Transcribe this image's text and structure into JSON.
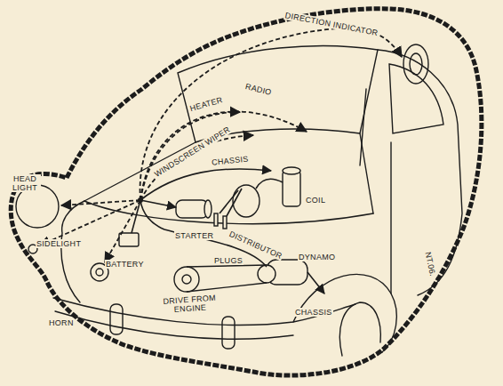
{
  "diagram": {
    "labels": [
      "DIRECTION INDICATOR",
      "RADIO",
      "HEATER",
      "WINDSCREEN WIPER",
      "CHASSIS",
      "COIL",
      "HEAD LIGHT",
      "SIDELIGHT",
      "STARTER",
      "PLUGS",
      "DISTRIBUTOR",
      "BATTERY",
      "DYNAMO",
      "HORN",
      "DRIVE FROM ENGINE",
      "CHASSIS",
      "NT.06."
    ]
  }
}
